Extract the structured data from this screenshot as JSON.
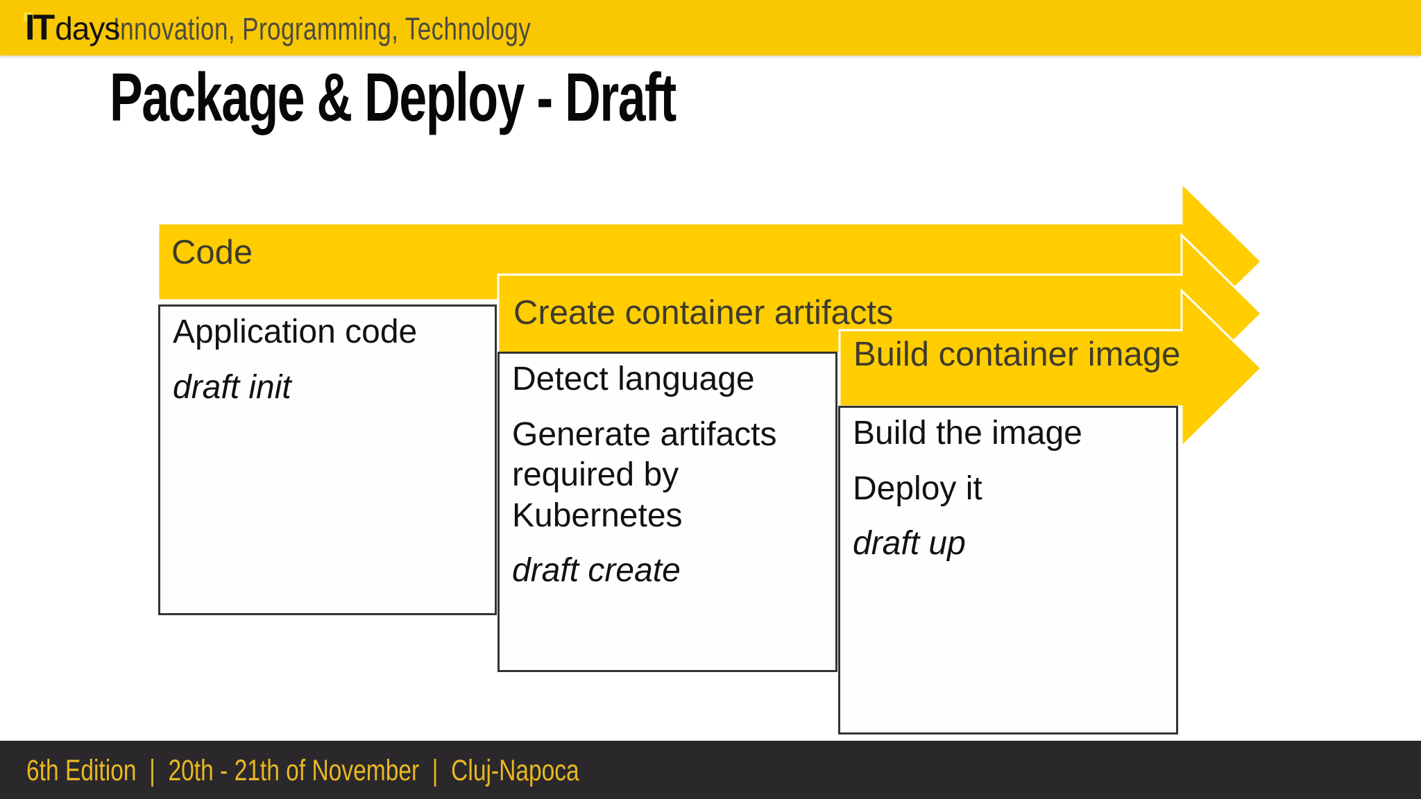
{
  "topbar": {
    "logo": {
      "it": "IT",
      "days": "days"
    },
    "tagline": "Innovation, Programming, Technology"
  },
  "slide": {
    "title": "Package & Deploy - Draft"
  },
  "process": {
    "steps": [
      {
        "banner": "Code",
        "details": [
          {
            "text": "Application code",
            "emphasis": "normal"
          },
          {
            "text": "draft init",
            "emphasis": "italic-command"
          }
        ]
      },
      {
        "banner": "Create container artifacts",
        "details": [
          {
            "text": "Detect language",
            "emphasis": "normal"
          },
          {
            "text": "Generate artifacts required by Kubernetes",
            "emphasis": "normal"
          },
          {
            "text": "draft create",
            "emphasis": "italic-command"
          }
        ]
      },
      {
        "banner": "Build container image",
        "details": [
          {
            "text": "Build the image",
            "emphasis": "normal"
          },
          {
            "text": "Deploy it",
            "emphasis": "normal"
          },
          {
            "text": "draft up",
            "emphasis": "italic-command"
          }
        ]
      }
    ]
  },
  "footer": {
    "text": "6th Edition  |  20th - 21th of November  |  Cluj-Napoca"
  },
  "colors": {
    "accent_yellow": "#FFCD00",
    "topbar_yellow": "#F9C802",
    "footer_bg": "#2A282A",
    "footer_text": "#E9B822",
    "banner_text": "#3E3B2D",
    "box_border": "#333333",
    "box_text": "#111111"
  }
}
